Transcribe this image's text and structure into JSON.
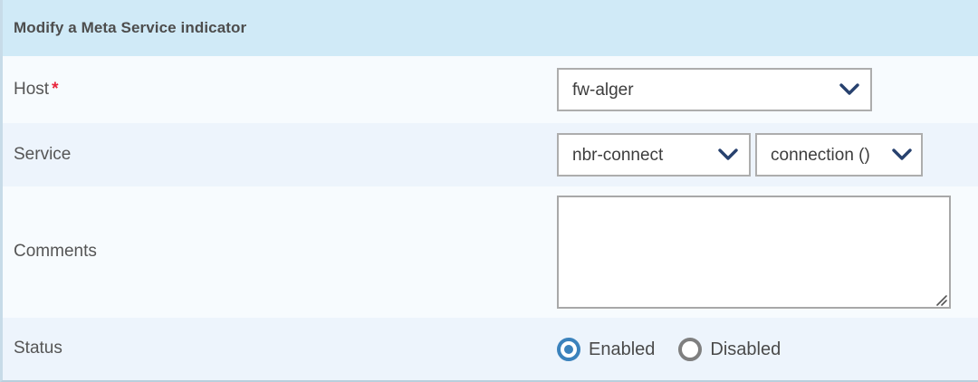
{
  "panel": {
    "title": "Modify a Meta Service indicator",
    "header_bg": "#d0eaf7",
    "row_bg_a": "#f7fbfe",
    "row_bg_b": "#edf4fc",
    "accent_blue": "#3b82bc",
    "required_color": "#e8253c",
    "chevron_color": "#27416e"
  },
  "fields": {
    "host": {
      "label": "Host",
      "required_marker": "*",
      "select_value": "fw-alger",
      "chevron_icon": "chevron-down-icon"
    },
    "service": {
      "label": "Service",
      "service_value": "nbr-connect",
      "metric_value": "connection ()",
      "chevron_icon": "chevron-down-icon"
    },
    "comments": {
      "label": "Comments",
      "value": "",
      "placeholder": ""
    },
    "status": {
      "label": "Status",
      "options": [
        {
          "label": "Enabled",
          "selected": true
        },
        {
          "label": "Disabled",
          "selected": false
        }
      ]
    }
  }
}
